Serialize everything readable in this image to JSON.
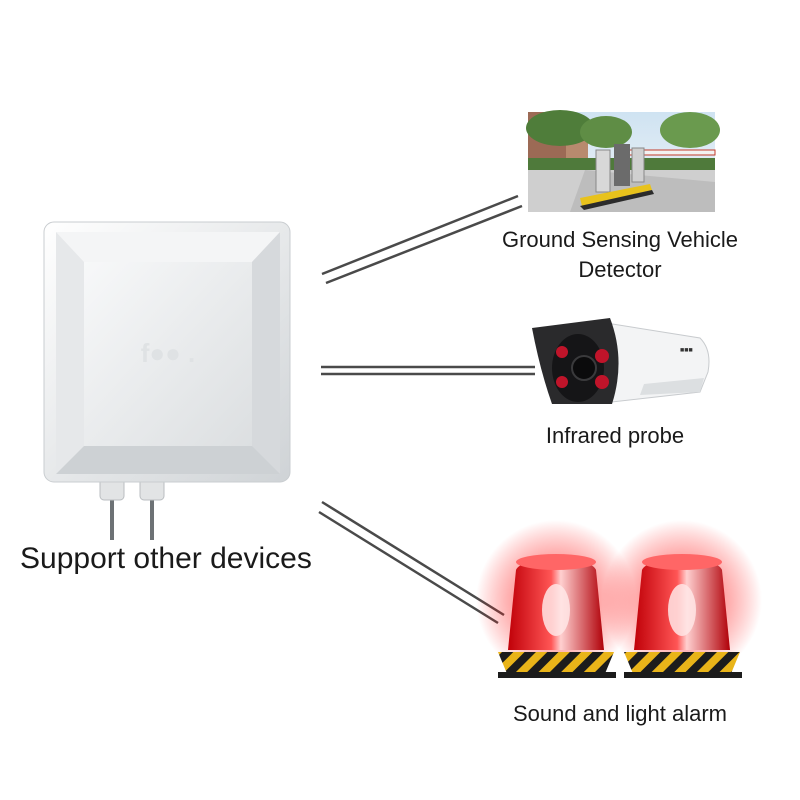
{
  "title": "Support other devices",
  "devices": [
    {
      "id": "ground",
      "label_line1": "Ground Sensing Vehicle",
      "label_line2": "Detector"
    },
    {
      "id": "probe",
      "label": "Infrared probe"
    },
    {
      "id": "alarm",
      "label": "Sound and light alarm"
    }
  ],
  "colors": {
    "reader_body": "#e9ebec",
    "connector_lines": "#4a4a4a",
    "alarm_red": "#e8141a",
    "alarm_stripe_yellow": "#e9b419"
  },
  "icons": [
    "rfid-reader-device",
    "parking-barrier-photo",
    "bullet-camera",
    "warning-light"
  ]
}
